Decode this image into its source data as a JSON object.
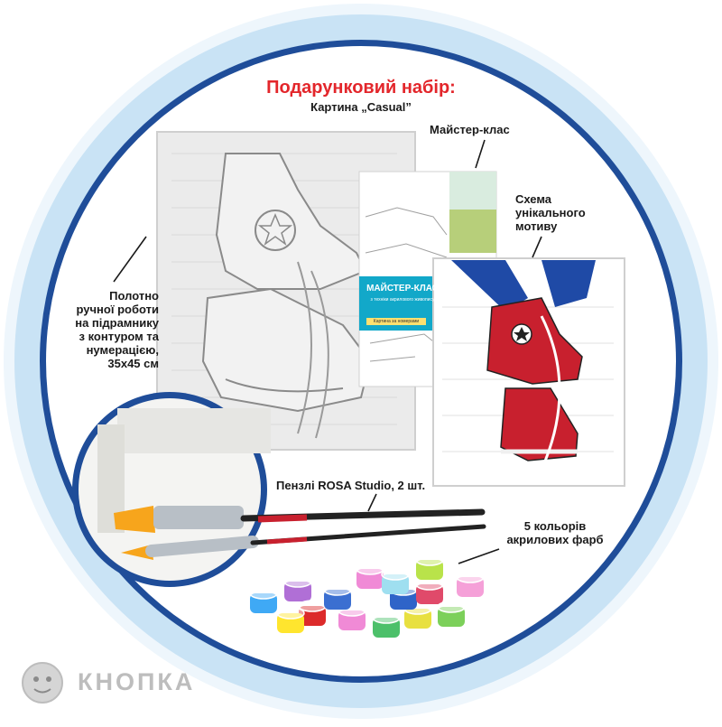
{
  "header": {
    "title": "Подарунковий набір:",
    "subtitle": "Картина „Casual”"
  },
  "labels": {
    "canvas": "Полотно ручної роботи на підрамнику з контуром та нумерацією, 35х45 см",
    "master_class": "Майстер-клас",
    "scheme": "Схема унікального мотиву",
    "brushes": "Пензлі ROSA Studio, 2 шт.",
    "paints": "5 кольорів акрилових фарб"
  },
  "booklet": {
    "title": "МАЙСТЕР-КЛАС",
    "subtitle": "з техніки акрилового живопису",
    "tag": "Картина за номерами"
  },
  "brand": {
    "name": "КНОПКА"
  },
  "colors": {
    "title_red": "#e3262b",
    "ring_blue": "#1f4d99",
    "ring_light": "#c9e3f5",
    "booklet_teal": "#12a8c9",
    "shoe_red": "#c8202e",
    "jeans_blue": "#1f4aa6",
    "brand_gray": "#bdbdbd"
  },
  "paint_jars": [
    {
      "color": "#3fa9f5"
    },
    {
      "color": "#b06fd6"
    },
    {
      "color": "#dc2a2a"
    },
    {
      "color": "#ffe52e"
    },
    {
      "color": "#f08ad6"
    },
    {
      "color": "#3b6fd1"
    },
    {
      "color": "#4cc06a"
    },
    {
      "color": "#f08ad6"
    },
    {
      "color": "#e8e040"
    },
    {
      "color": "#2f64c8"
    },
    {
      "color": "#9fdff0"
    },
    {
      "color": "#e04a6a"
    },
    {
      "color": "#7cd05a"
    },
    {
      "color": "#f5a0d8"
    },
    {
      "color": "#b9e34a"
    }
  ]
}
